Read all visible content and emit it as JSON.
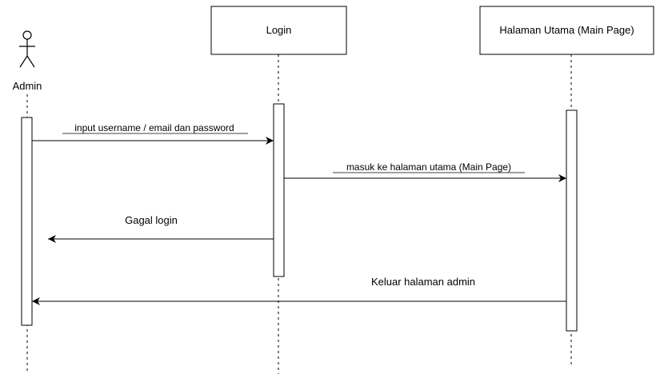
{
  "participants": [
    {
      "id": "admin",
      "label": "Admin",
      "kind": "actor"
    },
    {
      "id": "login",
      "label": "Login",
      "kind": "box"
    },
    {
      "id": "main",
      "label": "Halaman Utama (Main Page)",
      "kind": "box"
    }
  ],
  "messages": [
    {
      "from": "admin",
      "to": "login",
      "label": "input username / email dan password"
    },
    {
      "from": "login",
      "to": "main",
      "label": "masuk ke halaman utama (Main Page)"
    },
    {
      "from": "login",
      "to": "admin",
      "label": "Gagal login"
    },
    {
      "from": "main",
      "to": "admin",
      "label": "Keluar halaman admin"
    }
  ],
  "colors": {
    "line": "#000000",
    "background": "#ffffff"
  }
}
